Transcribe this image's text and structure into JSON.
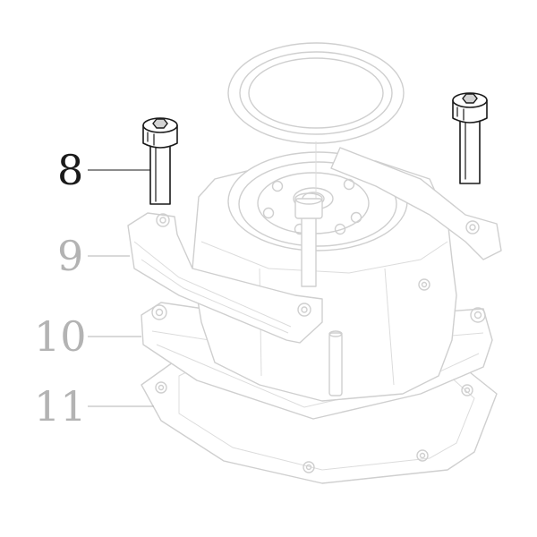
{
  "callouts": [
    {
      "number": "8",
      "color": "#1a1a1a"
    },
    {
      "number": "9",
      "color": "#b3b3b3"
    },
    {
      "number": "10",
      "color": "#b3b3b3"
    },
    {
      "number": "11",
      "color": "#b3b3b3"
    }
  ]
}
